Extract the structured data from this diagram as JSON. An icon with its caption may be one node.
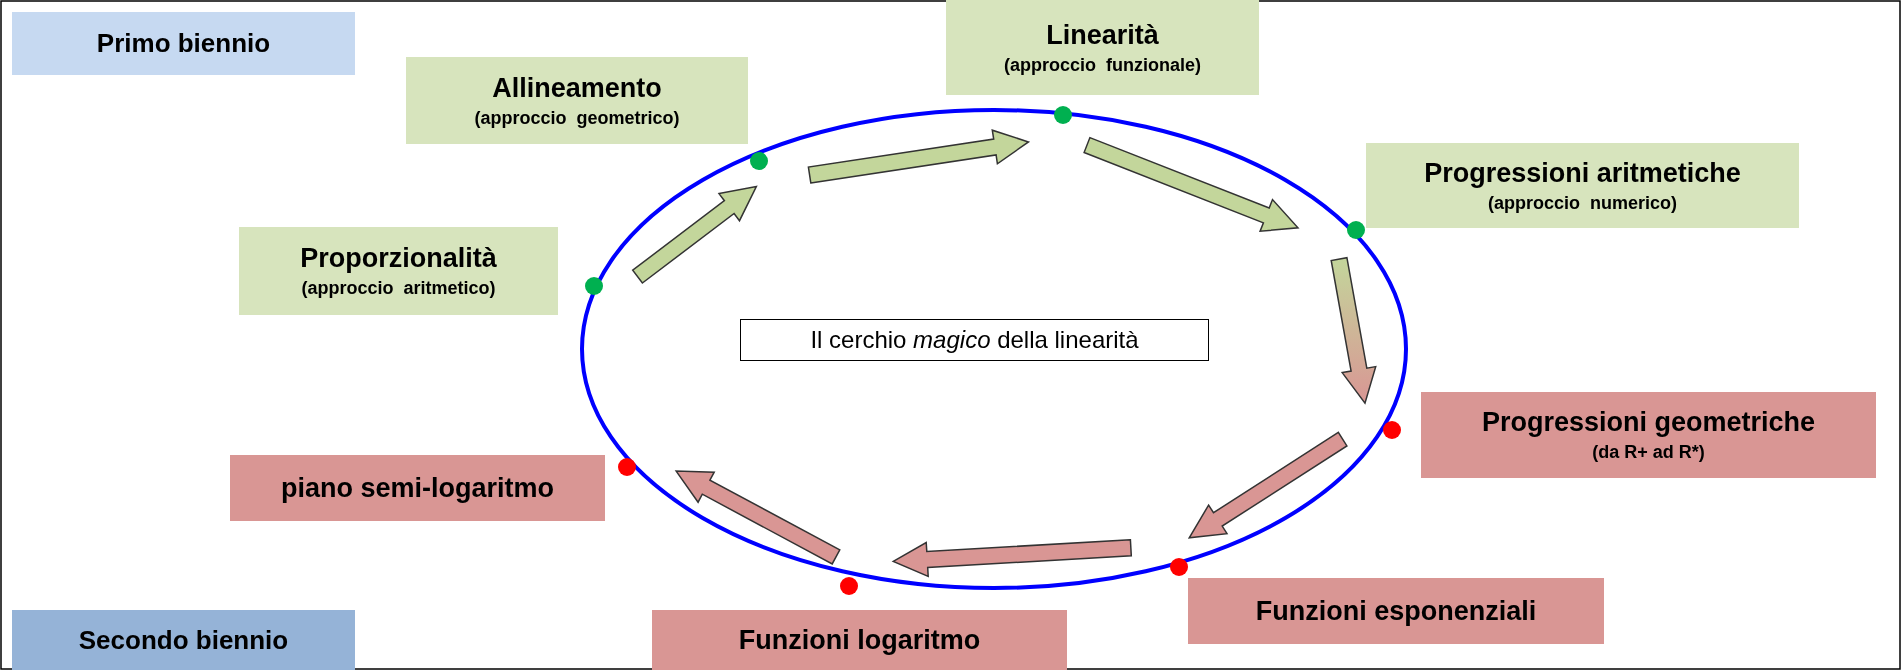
{
  "diagram": {
    "nodes": [
      {
        "text": [
          "Proporzionalità",
          "(approccio  aritmetico)"
        ]
      },
      {
        "text": [
          "Allineamento",
          "(approccio  geometrico)"
        ]
      },
      {
        "text": [
          "Linearità",
          "(approccio  funzionale)"
        ]
      },
      {
        "text": [
          "Progressioni aritmetiche",
          "(approccio  numerico)"
        ]
      },
      {
        "text": [
          "Progressioni geometriche",
          "(da R+ ad R*)"
        ]
      },
      {
        "text": [
          "Funzioni esponenziali"
        ]
      },
      {
        "text": [
          "Funzioni logaritmo"
        ]
      },
      {
        "text": [
          "piano semi-logaritmo"
        ]
      },
      {
        "text": [
          "Il cerchio *magico* della linearità"
        ]
      }
    ],
    "edges": [
      {
        "from": 0,
        "to": 1,
        "arrow": "to"
      },
      {
        "from": 1,
        "to": 2,
        "arrow": "to"
      },
      {
        "from": 2,
        "to": 3,
        "arrow": "to"
      },
      {
        "from": 3,
        "to": 4,
        "arrow": "to"
      },
      {
        "from": 4,
        "to": 5,
        "arrow": "to"
      },
      {
        "from": 5,
        "to": 6,
        "arrow": "to"
      },
      {
        "from": 6,
        "to": 7,
        "arrow": "to"
      }
    ],
    "legend": [
      {
        "text": "Primo biennio",
        "color": "#c6d9f1"
      },
      {
        "text": "Secondo biennio",
        "color": "#95b3d7"
      }
    ]
  }
}
